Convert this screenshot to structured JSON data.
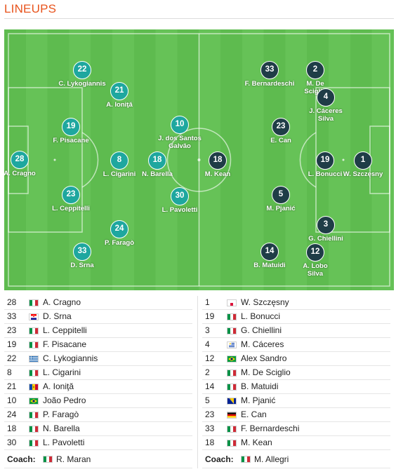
{
  "header": {
    "title": "LINEUPS"
  },
  "colors": {
    "accent": "#e8541d",
    "pitch": "#5ebb4f",
    "home_marker": "#1ea79f",
    "away_marker": "#1f3d47"
  },
  "pitch": {
    "home": [
      {
        "number": "28",
        "name": "A. Cragno"
      },
      {
        "number": "22",
        "name": "C. Lykogiannis"
      },
      {
        "number": "19",
        "name": "F. Pisacane"
      },
      {
        "number": "23",
        "name": "L. Ceppitelli"
      },
      {
        "number": "33",
        "name": "D. Srna"
      },
      {
        "number": "21",
        "name": "A. Ioniţă"
      },
      {
        "number": "8",
        "name": "L. Cigarini"
      },
      {
        "number": "24",
        "name": "P. Faragò"
      },
      {
        "number": "10",
        "name": "J. dos Santos Galvão"
      },
      {
        "number": "18",
        "name": "N. Barella"
      },
      {
        "number": "30",
        "name": "L. Pavoletti"
      }
    ],
    "away": [
      {
        "number": "1",
        "name": "W. Szczęsny"
      },
      {
        "number": "2",
        "name": "M. De Sciglio"
      },
      {
        "number": "4",
        "name": "J. Cáceres Silva"
      },
      {
        "number": "19",
        "name": "L. Bonucci"
      },
      {
        "number": "3",
        "name": "G. Chiellini"
      },
      {
        "number": "12",
        "name": "A. Lobo Silva"
      },
      {
        "number": "33",
        "name": "F. Bernardeschi"
      },
      {
        "number": "23",
        "name": "E. Can"
      },
      {
        "number": "5",
        "name": "M. Pjanić"
      },
      {
        "number": "14",
        "name": "B. Matuidi"
      },
      {
        "number": "18",
        "name": "M. Kean"
      }
    ]
  },
  "lists": {
    "home": [
      {
        "number": "28",
        "flag": "italy",
        "name": "A. Cragno"
      },
      {
        "number": "33",
        "flag": "croatia",
        "name": "D. Srna"
      },
      {
        "number": "23",
        "flag": "italy",
        "name": "L. Ceppitelli"
      },
      {
        "number": "19",
        "flag": "italy",
        "name": "F. Pisacane"
      },
      {
        "number": "22",
        "flag": "greece",
        "name": "C. Lykogiannis"
      },
      {
        "number": "8",
        "flag": "italy",
        "name": "L. Cigarini"
      },
      {
        "number": "21",
        "flag": "moldova",
        "name": "A. Ioniţă"
      },
      {
        "number": "10",
        "flag": "brazil",
        "name": "João Pedro"
      },
      {
        "number": "24",
        "flag": "italy",
        "name": "P. Faragò"
      },
      {
        "number": "18",
        "flag": "italy",
        "name": "N. Barella"
      },
      {
        "number": "30",
        "flag": "italy",
        "name": "L. Pavoletti"
      }
    ],
    "away": [
      {
        "number": "1",
        "flag": "poland",
        "name": "W. Szczęsny"
      },
      {
        "number": "19",
        "flag": "italy",
        "name": "L. Bonucci"
      },
      {
        "number": "3",
        "flag": "italy",
        "name": "G. Chiellini"
      },
      {
        "number": "4",
        "flag": "uruguay",
        "name": "M. Cáceres"
      },
      {
        "number": "12",
        "flag": "brazil",
        "name": "Alex Sandro"
      },
      {
        "number": "2",
        "flag": "italy",
        "name": "M. De Sciglio"
      },
      {
        "number": "14",
        "flag": "italy",
        "name": "B. Matuidi"
      },
      {
        "number": "5",
        "flag": "bosnia",
        "name": "M. Pjanić"
      },
      {
        "number": "23",
        "flag": "germany",
        "name": "E. Can"
      },
      {
        "number": "33",
        "flag": "italy",
        "name": "F. Bernardeschi"
      },
      {
        "number": "18",
        "flag": "italy",
        "name": "M. Kean"
      }
    ],
    "coach_label": "Coach:",
    "home_coach": {
      "flag": "italy",
      "name": "R. Maran"
    },
    "away_coach": {
      "flag": "italy",
      "name": "M. Allegri"
    }
  }
}
